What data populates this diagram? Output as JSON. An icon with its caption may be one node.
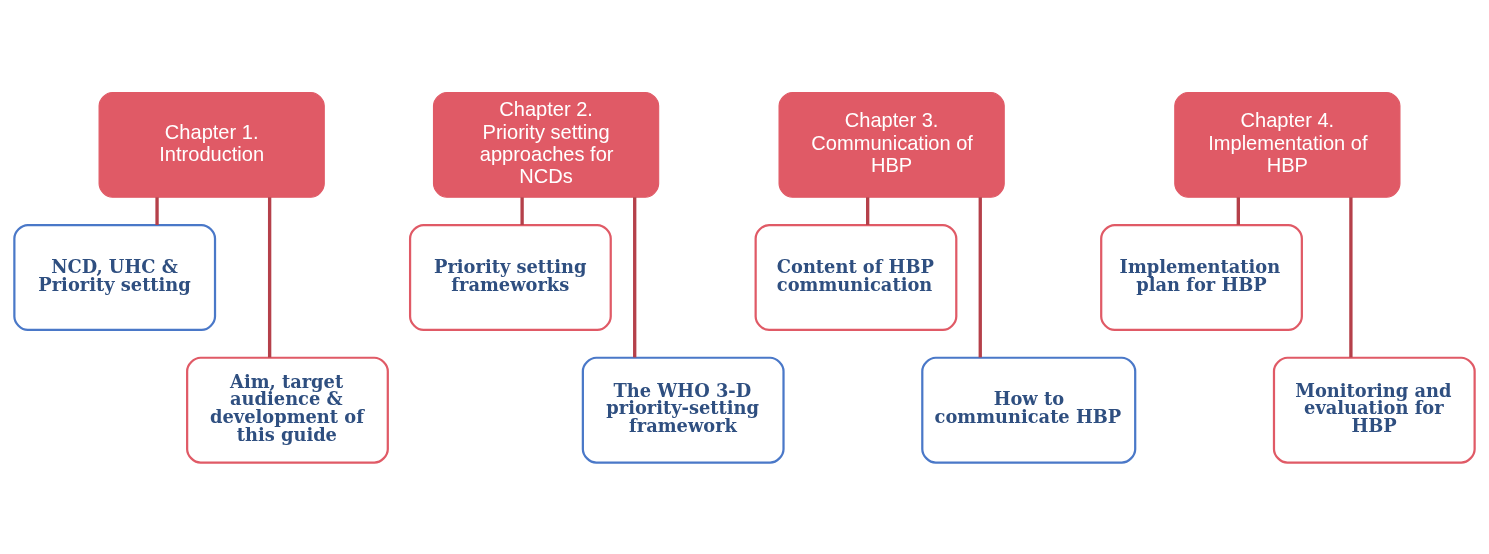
{
  "diagram": {
    "nodes": [
      {
        "text": [
          "Chapter 1. Introduction"
        ]
      },
      {
        "text": [
          "NCD, UHC & Priority setting"
        ]
      },
      {
        "text": [
          "Aim, target audience & development of this guide"
        ]
      },
      {
        "text": [
          "Chapter 2. Priority setting approaches for NCDs"
        ]
      },
      {
        "text": [
          "Priority setting frameworks"
        ]
      },
      {
        "text": [
          "The WHO 3-D priority-setting framework"
        ]
      },
      {
        "text": [
          "Chapter 3. Communication of HBP"
        ]
      },
      {
        "text": [
          "Content of HBP communication"
        ]
      },
      {
        "text": [
          "How to communicate HBP"
        ]
      },
      {
        "text": [
          "Chapter 4. Implementation of HBP"
        ]
      },
      {
        "text": [
          "Implementation plan for HBP"
        ]
      },
      {
        "text": [
          "Monitoring and evaluation for HBP"
        ]
      }
    ],
    "edges": [
      {
        "from": 0,
        "to": 1,
        "arrow": "none"
      },
      {
        "from": 0,
        "to": 2,
        "arrow": "none"
      },
      {
        "from": 3,
        "to": 4,
        "arrow": "none"
      },
      {
        "from": 3,
        "to": 5,
        "arrow": "none"
      },
      {
        "from": 6,
        "to": 7,
        "arrow": "none"
      },
      {
        "from": 6,
        "to": 8,
        "arrow": "none"
      },
      {
        "from": 9,
        "to": 10,
        "arrow": "none"
      },
      {
        "from": 9,
        "to": 11,
        "arrow": "none"
      }
    ]
  }
}
